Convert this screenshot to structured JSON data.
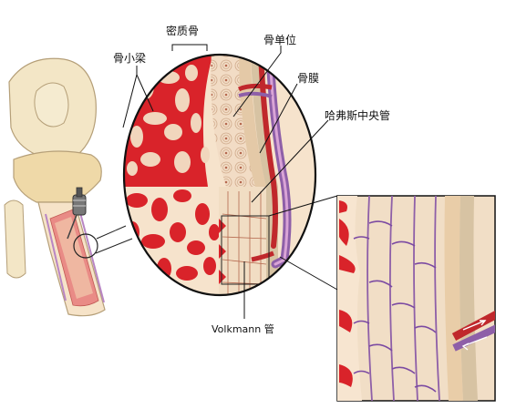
{
  "labels": {
    "compact_bone": "密质骨",
    "osteon": "骨单位",
    "trabecula": "骨小梁",
    "periosteum": "骨膜",
    "haversian_canal": "哈弗斯中央管",
    "volkmann_canal": "Volkmann 管"
  },
  "colors": {
    "marrow_red": "#d9232a",
    "bone_cream": "#f3dcc4",
    "bone_tan": "#e9c9a6",
    "periosteum": "#d7c3a3",
    "vessel_purple": "#8e5fa8",
    "vessel_red": "#c0282c",
    "outline": "#222222"
  }
}
